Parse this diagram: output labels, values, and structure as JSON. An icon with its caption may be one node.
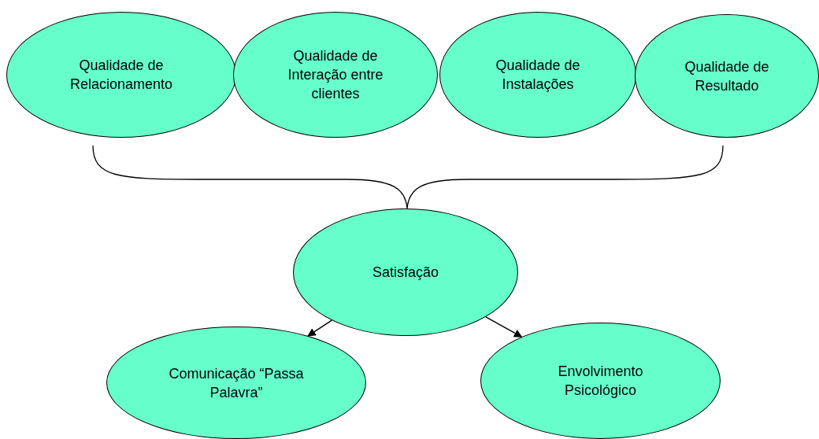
{
  "diagram": {
    "nodes": [
      {
        "text": [
          "Qualidade de Relacionamento"
        ]
      },
      {
        "text": [
          "Qualidade de Interação entre clientes"
        ]
      },
      {
        "text": [
          "Qualidade de Instalações"
        ]
      },
      {
        "text": [
          "Qualidade de Resultado"
        ]
      },
      {
        "text": [
          "Satisfação"
        ]
      },
      {
        "text": [
          "Comunicação “Passa Palavra”"
        ]
      },
      {
        "text": [
          "Envolvimento Psicológico"
        ]
      }
    ],
    "edges": [
      {
        "from": 4,
        "to": 5,
        "arrow": "to"
      },
      {
        "from": 4,
        "to": 6,
        "arrow": "to"
      }
    ]
  }
}
